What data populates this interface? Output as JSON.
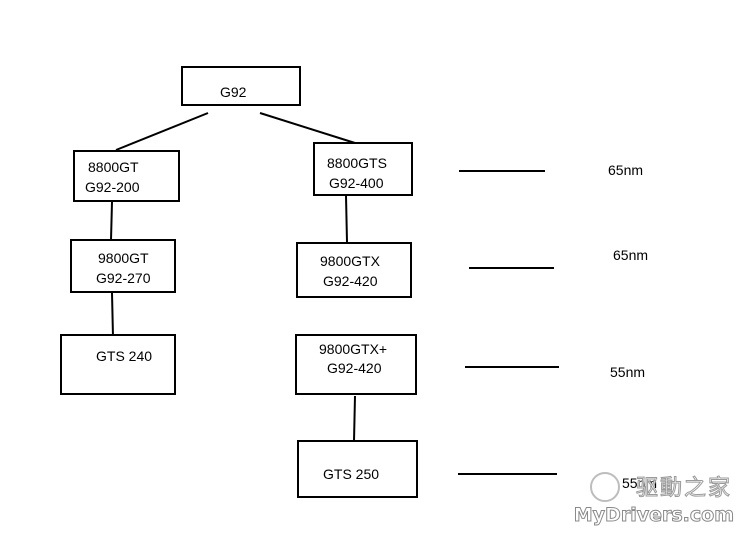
{
  "nodes": {
    "root": {
      "line1": "G92",
      "line2": ""
    },
    "gt8800": {
      "line1": "8800GT",
      "line2": "G92-200"
    },
    "gt9800": {
      "line1": "9800GT",
      "line2": "G92-270"
    },
    "gts240": {
      "line1": "GTS 240",
      "line2": ""
    },
    "gts8800": {
      "line1": "8800GTS",
      "line2": "G92-400"
    },
    "gtx9800": {
      "line1": "9800GTX",
      "line2": "G92-420"
    },
    "gtxplus9800": {
      "line1": "9800GTX+",
      "line2": "G92-420"
    },
    "gts250": {
      "line1": "GTS 250",
      "line2": ""
    }
  },
  "process_labels": [
    "65nm",
    "65nm",
    "55nm",
    "55nm"
  ],
  "watermark": {
    "logo_text": "驱動之家",
    "site_text": "MyDrivers.com"
  },
  "colors": {
    "line": "#000000",
    "box_border": "#000000",
    "background": "#ffffff"
  }
}
